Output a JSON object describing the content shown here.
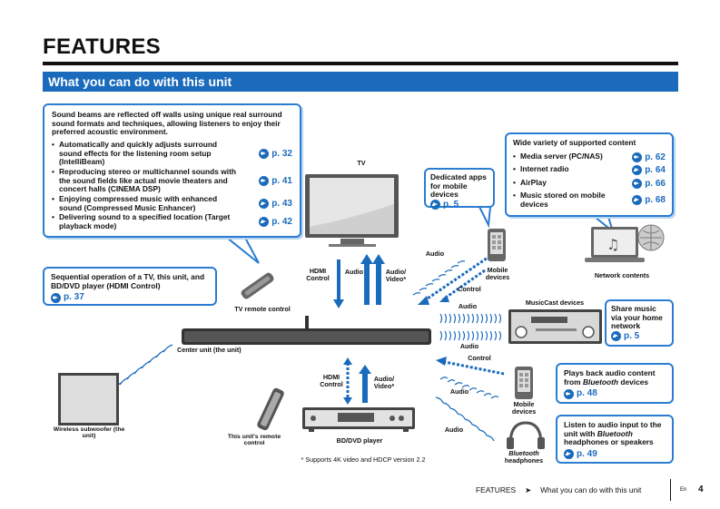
{
  "page": {
    "title": "FEATURES",
    "section_banner": "What you can do with this unit"
  },
  "feature_box": {
    "intro": "Sound beams are reflected off walls using unique real surround sound formats and techniques, allowing listeners to enjoy their preferred acoustic environment.",
    "items": [
      {
        "text": "Automatically and quickly adjusts surround sound effects for the listening room setup (IntelliBeam)",
        "ref": "p. 32"
      },
      {
        "text": "Reproducing stereo or multichannel sounds with the sound fields like actual movie theaters and concert halls (CINEMA DSP)",
        "ref": "p. 41"
      },
      {
        "text": "Enjoying compressed music with enhanced sound (Compressed Music Enhancer)",
        "ref": "p. 43"
      },
      {
        "text": "Delivering sound to a specified location (Target playback mode)",
        "ref": "p. 42"
      }
    ]
  },
  "network_box": {
    "heading": "Wide variety of supported content",
    "items": [
      {
        "text": "Media server (PC/NAS)",
        "ref": "p. 62"
      },
      {
        "text": "Internet radio",
        "ref": "p. 64"
      },
      {
        "text": "AirPlay",
        "ref": "p. 66"
      },
      {
        "text": "Music stored on mobile devices",
        "ref": "p. 68"
      }
    ]
  },
  "apps_box": {
    "text": "Dedicated apps for mobile devices",
    "ref": "p. 5"
  },
  "hdmi_box": {
    "text": "Sequential operation of a TV, this unit, and BD/DVD player (HDMI Control)",
    "ref": "p. 37"
  },
  "musiccast_box": {
    "text": "Share music via your home network",
    "ref": "p. 5"
  },
  "bt_play_box": {
    "text_a": "Plays back audio content from ",
    "text_italic": "Bluetooth",
    "text_b": " devices",
    "ref": "p. 48"
  },
  "bt_listen_box": {
    "text_a": "Listen to audio input to the unit with ",
    "text_italic": "Bluetooth",
    "text_b": " headphones or speakers",
    "ref": "p. 49"
  },
  "labels": {
    "tv": "TV",
    "tv_remote": "TV remote control",
    "hdmi_control_top": "HDMI Control",
    "audio_top": "Audio",
    "audio_video_top": "Audio/ Video*",
    "audio_mobile": "Audio",
    "mobile_devices_top": "Mobile devices",
    "control_top": "Control",
    "network_contents": "Network contents",
    "musiccast_devices": "MusicCast devices",
    "audio_mc1": "Audio",
    "audio_mc2": "Audio",
    "center_unit": "Center unit (the unit)",
    "control_bt": "Control",
    "audio_bt": "Audio",
    "mobile_devices_bt": "Mobile devices",
    "audio_hp": "Audio",
    "bt_headphones_a": "Bluetooth",
    "bt_headphones_b": "headphones",
    "wireless_sub": "Wireless subwoofer (the unit)",
    "unit_remote": "This unit's remote control",
    "hdmi_control_bottom": "HDMI Control",
    "audio_video_bottom": "Audio/ Video*",
    "bd_player": "BD/DVD player",
    "footnote": "* Supports 4K video and HDCP version 2.2"
  },
  "footer": {
    "section": "FEATURES",
    "separator": "➤",
    "subsection": "What you can do with this unit",
    "lang": "En",
    "page_number": "4"
  },
  "colors": {
    "accent": "#1b6bbc",
    "box_border": "#2a7dd0",
    "shadow": "#b9d6f2"
  }
}
